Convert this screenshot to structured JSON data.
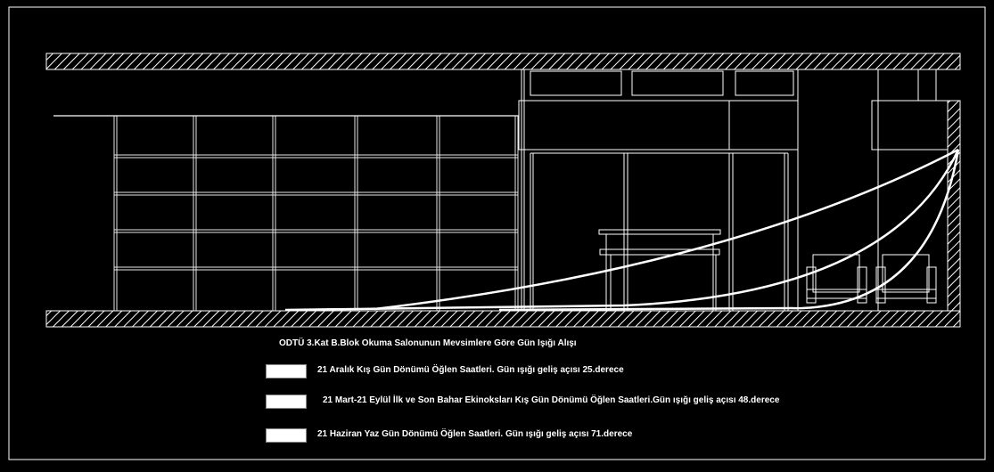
{
  "colors": {
    "background": "#000000",
    "line": "#ffffff",
    "grid": "#e6e6e6"
  },
  "title": "ODTÜ 3.Kat B.Blok Okuma Salonunun   Mevsimlere Göre Gün Işığı Alışı",
  "legend": [
    {
      "label": "21 Aralık Kış Gün Dönümü Öğlen Saatleri. Gün ışığı geliş açısı 25.derece"
    },
    {
      "label": "21 Mart-21 Eylül İlk ve Son Bahar Ekinoksları Kış Gün Dönümü Öğlen Saatleri.Gün ışığı geliş açısı 48.derece"
    },
    {
      "label": "21 Haziran Yaz Gün Dönümü Öğlen Saatleri. Gün ışığı geliş açısı 71.derece"
    }
  ]
}
